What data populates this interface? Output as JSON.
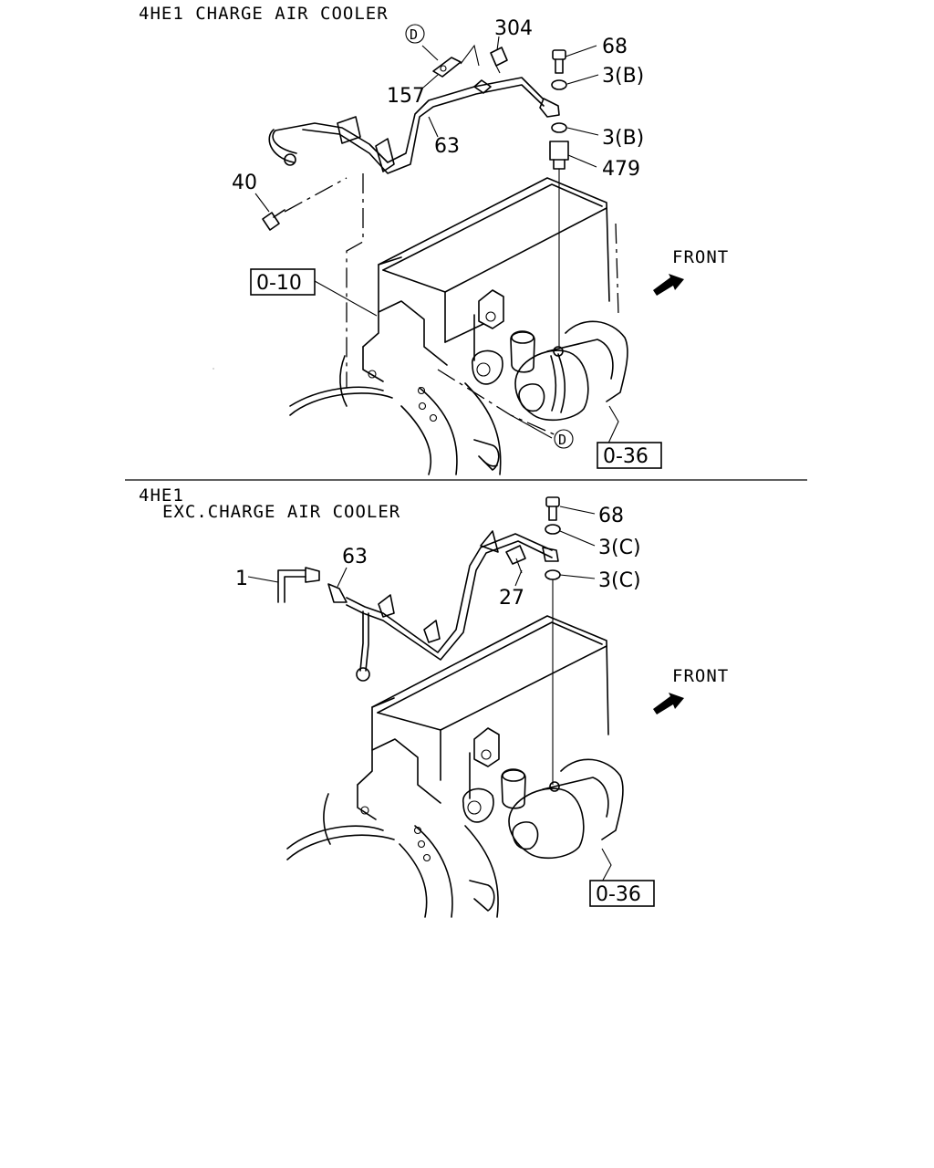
{
  "sections": [
    {
      "title_lines": [
        "4HE1 CHARGE AIR COOLER"
      ],
      "callouts": [
        "304",
        "68",
        "3(B)",
        "157",
        "3(B)",
        "63",
        "479",
        "40",
        "D"
      ],
      "refs": [
        "0-10",
        "0-36"
      ],
      "marker": "D",
      "front": "FRONT"
    },
    {
      "title_lines": [
        "4HE1",
        "EXC.CHARGE AIR COOLER"
      ],
      "callouts": [
        "68",
        "3(C)",
        "63",
        "1",
        "3(C)",
        "27"
      ],
      "refs": [
        "0-36"
      ],
      "front": "FRONT"
    }
  ]
}
